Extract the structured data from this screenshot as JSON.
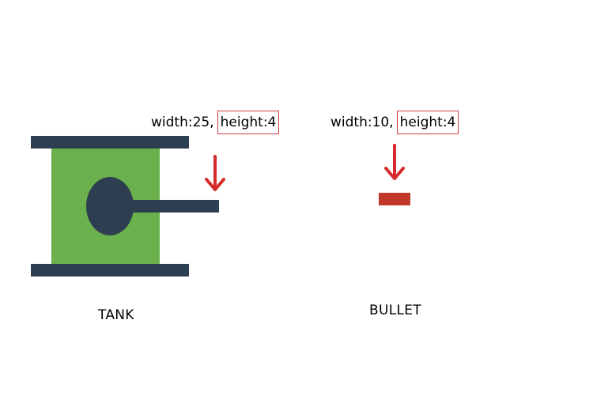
{
  "tank": {
    "width_text": "width:25,",
    "height_text": "height:4",
    "caption": "TANK",
    "colors": {
      "body": "#6ab04c",
      "tread": "#2c3e50",
      "turret": "#2c3e50",
      "barrel": "#2c3e50"
    }
  },
  "bullet": {
    "width_text": "width:10,",
    "height_text": "height:4",
    "caption": "BULLET",
    "colors": {
      "body": "#c0392b"
    }
  },
  "annotation": {
    "arrow_color": "#d62b2b",
    "highlight_border_color": "#d33a3a",
    "arrow_icon": "arrow-down-icon"
  }
}
